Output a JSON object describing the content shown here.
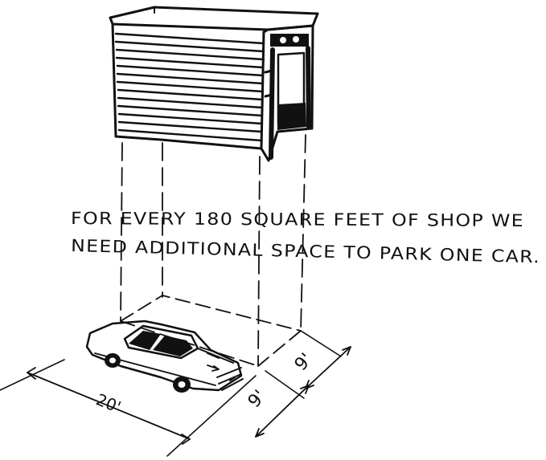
{
  "caption": {
    "line1": "FOR EVERY 180 SQUARE FEET OF SHOP WE",
    "line2": "NEED ADDITIONAL SPACE TO PARK ONE CAR."
  },
  "dimensions": {
    "length": "20'",
    "width_front": "9'",
    "width_side": "9'"
  },
  "icons": [
    "shop-building-icon",
    "car-icon"
  ]
}
